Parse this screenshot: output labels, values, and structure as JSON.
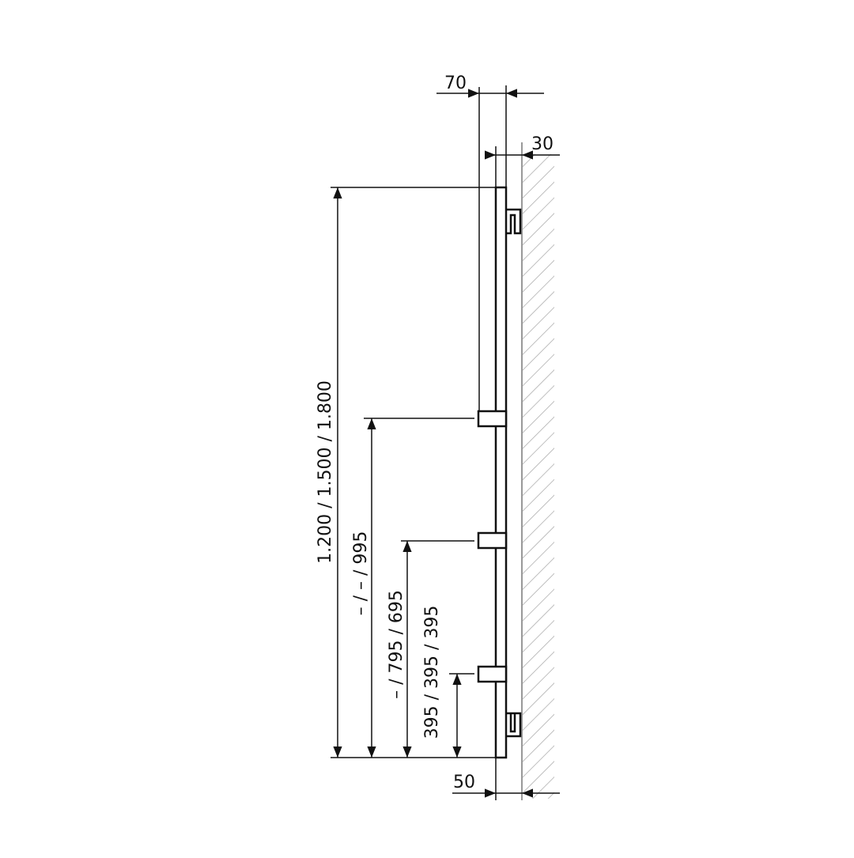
{
  "dimensions": {
    "depth_total": "70",
    "wall_gap_top": "30",
    "wall_gap_bottom": "50",
    "height": "1.200 / 1.500 / 1.800",
    "bar_top": "– / – / 995",
    "bar_middle": "– / 795 / 695",
    "bar_bottom": "395 / 395 / 395"
  },
  "colors": {
    "line": "#111111",
    "wall": "#999999"
  }
}
